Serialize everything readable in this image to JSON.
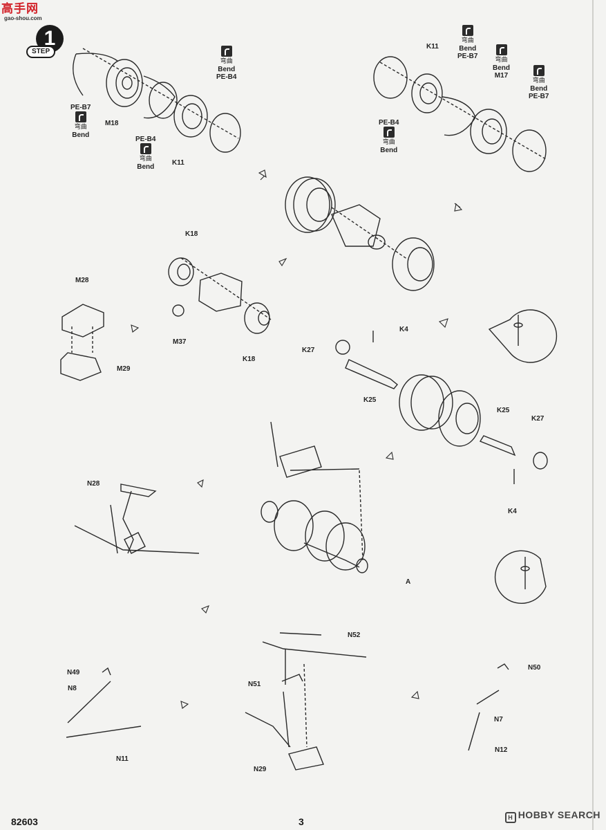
{
  "site_logo": {
    "name": "高手网",
    "url_text": "gao-shou.com"
  },
  "step": {
    "number": "1",
    "label": "STEP"
  },
  "bend": {
    "cn": "弯曲",
    "en": "Bend"
  },
  "labels": {
    "pe_b7_left": "PE-B7",
    "m18": "M18",
    "pe_b4_left": "PE-B4",
    "k11_left": "K11",
    "pe_b4_top": "PE-B4",
    "k11_right": "K11",
    "pe_b7_mid": "PE-B7",
    "m17": "M17",
    "pe_b7_right": "PE-B7",
    "pe_b4_right": "PE-B4",
    "k18_top": "K18",
    "m28": "M28",
    "m37": "M37",
    "k18_bottom": "K18",
    "m29": "M29",
    "k4_top": "K4",
    "k27_left": "K27",
    "k25_left": "K25",
    "k25_right": "K25",
    "k27_right": "K27",
    "k4_bottom": "K4",
    "n28": "N28",
    "a": "A",
    "n52": "N52",
    "n49": "N49",
    "n8": "N8",
    "n51": "N51",
    "n11": "N11",
    "n29": "N29",
    "n50": "N50",
    "n7": "N7",
    "n12": "N12"
  },
  "footer": {
    "code": "82603",
    "page": "3"
  },
  "watermark": {
    "mark": "H",
    "text": "HOBBY SEARCH"
  }
}
